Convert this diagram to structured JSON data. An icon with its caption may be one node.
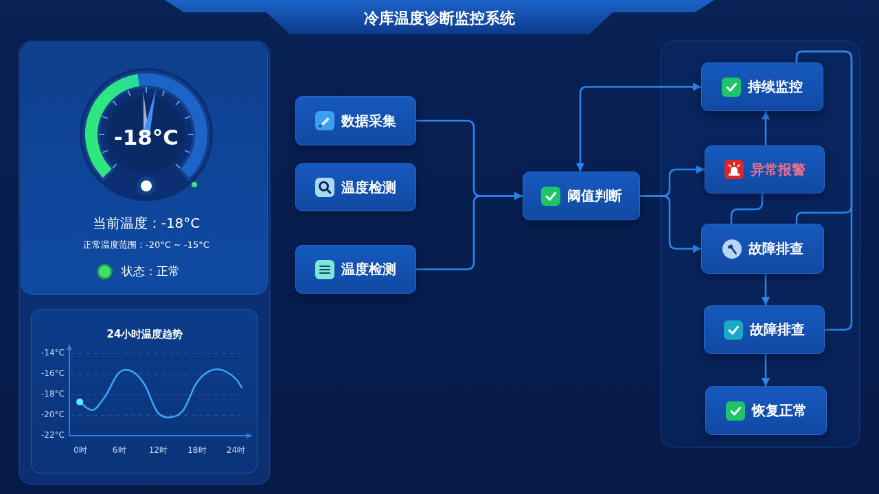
{
  "diagram": {
    "title": "冷库温度诊断监控系统",
    "nodes": [
      {
        "text": [
          "-18°C",
          "当前温度：-18°C",
          "正常温度范围：-20°C ~ -15°C",
          "状态：正常"
        ]
      },
      {
        "text": [
          "数据采集"
        ]
      },
      {
        "text": [
          "温度检测"
        ]
      },
      {
        "text": [
          "温度检测"
        ]
      },
      {
        "text": [
          "阈值判断"
        ]
      },
      {
        "text": [
          "持续监控"
        ]
      },
      {
        "text": [
          "异常报警"
        ]
      },
      {
        "text": [
          "故障排查"
        ]
      },
      {
        "text": [
          "故障排查"
        ]
      },
      {
        "text": [
          "恢复正常"
        ]
      }
    ],
    "edges": [
      {
        "from": 1,
        "to": 4,
        "arrow": "to"
      },
      {
        "from": 3,
        "to": 4,
        "arrow": "to"
      },
      {
        "from": 4,
        "to": 5,
        "arrow": "both"
      },
      {
        "from": 4,
        "to": 6,
        "arrow": "to"
      },
      {
        "from": 4,
        "to": 7,
        "arrow": "to"
      },
      {
        "from": 6,
        "to": 5,
        "arrow": "to"
      },
      {
        "from": 7,
        "to": 6,
        "arrow": "none"
      },
      {
        "from": 7,
        "to": 8,
        "arrow": "to"
      },
      {
        "from": 8,
        "to": 9,
        "arrow": "to"
      },
      {
        "from": 8,
        "to": 5,
        "arrow": "none"
      },
      {
        "from": 7,
        "to": 5,
        "arrow": "none"
      }
    ],
    "chart_data": {
      "type": "line",
      "title": "24小时温度趋势",
      "x": [
        0,
        2,
        4,
        6,
        8,
        10,
        12,
        14,
        16,
        18,
        20,
        22,
        24,
        25
      ],
      "xlim": [
        -1.6,
        26.6
      ],
      "ylim": [
        -22,
        -13.1
      ],
      "grid": true,
      "xticks": [
        {
          "value": 0,
          "label": "0时"
        },
        {
          "value": 6,
          "label": "6时"
        },
        {
          "value": 12,
          "label": "12时"
        },
        {
          "value": 18,
          "label": "18时"
        },
        {
          "value": 24,
          "label": "24时"
        }
      ],
      "yticks": [
        {
          "value": -14,
          "label": "-14°C"
        },
        {
          "value": -18,
          "label": "-18°C"
        },
        {
          "value": -16,
          "label": "-16°C"
        },
        {
          "value": -20,
          "label": "-20°C"
        },
        {
          "value": -22,
          "label": "-22°C"
        }
      ],
      "series": [
        {
          "color": "#3aa8f5",
          "values": [
            -18.7,
            -19.5,
            -18.1,
            -15.9,
            -15.7,
            -17.0,
            -19.7,
            -20.2,
            -19.5,
            -16.9,
            -15.7,
            -15.6,
            -16.4,
            -17.3
          ]
        }
      ]
    }
  }
}
